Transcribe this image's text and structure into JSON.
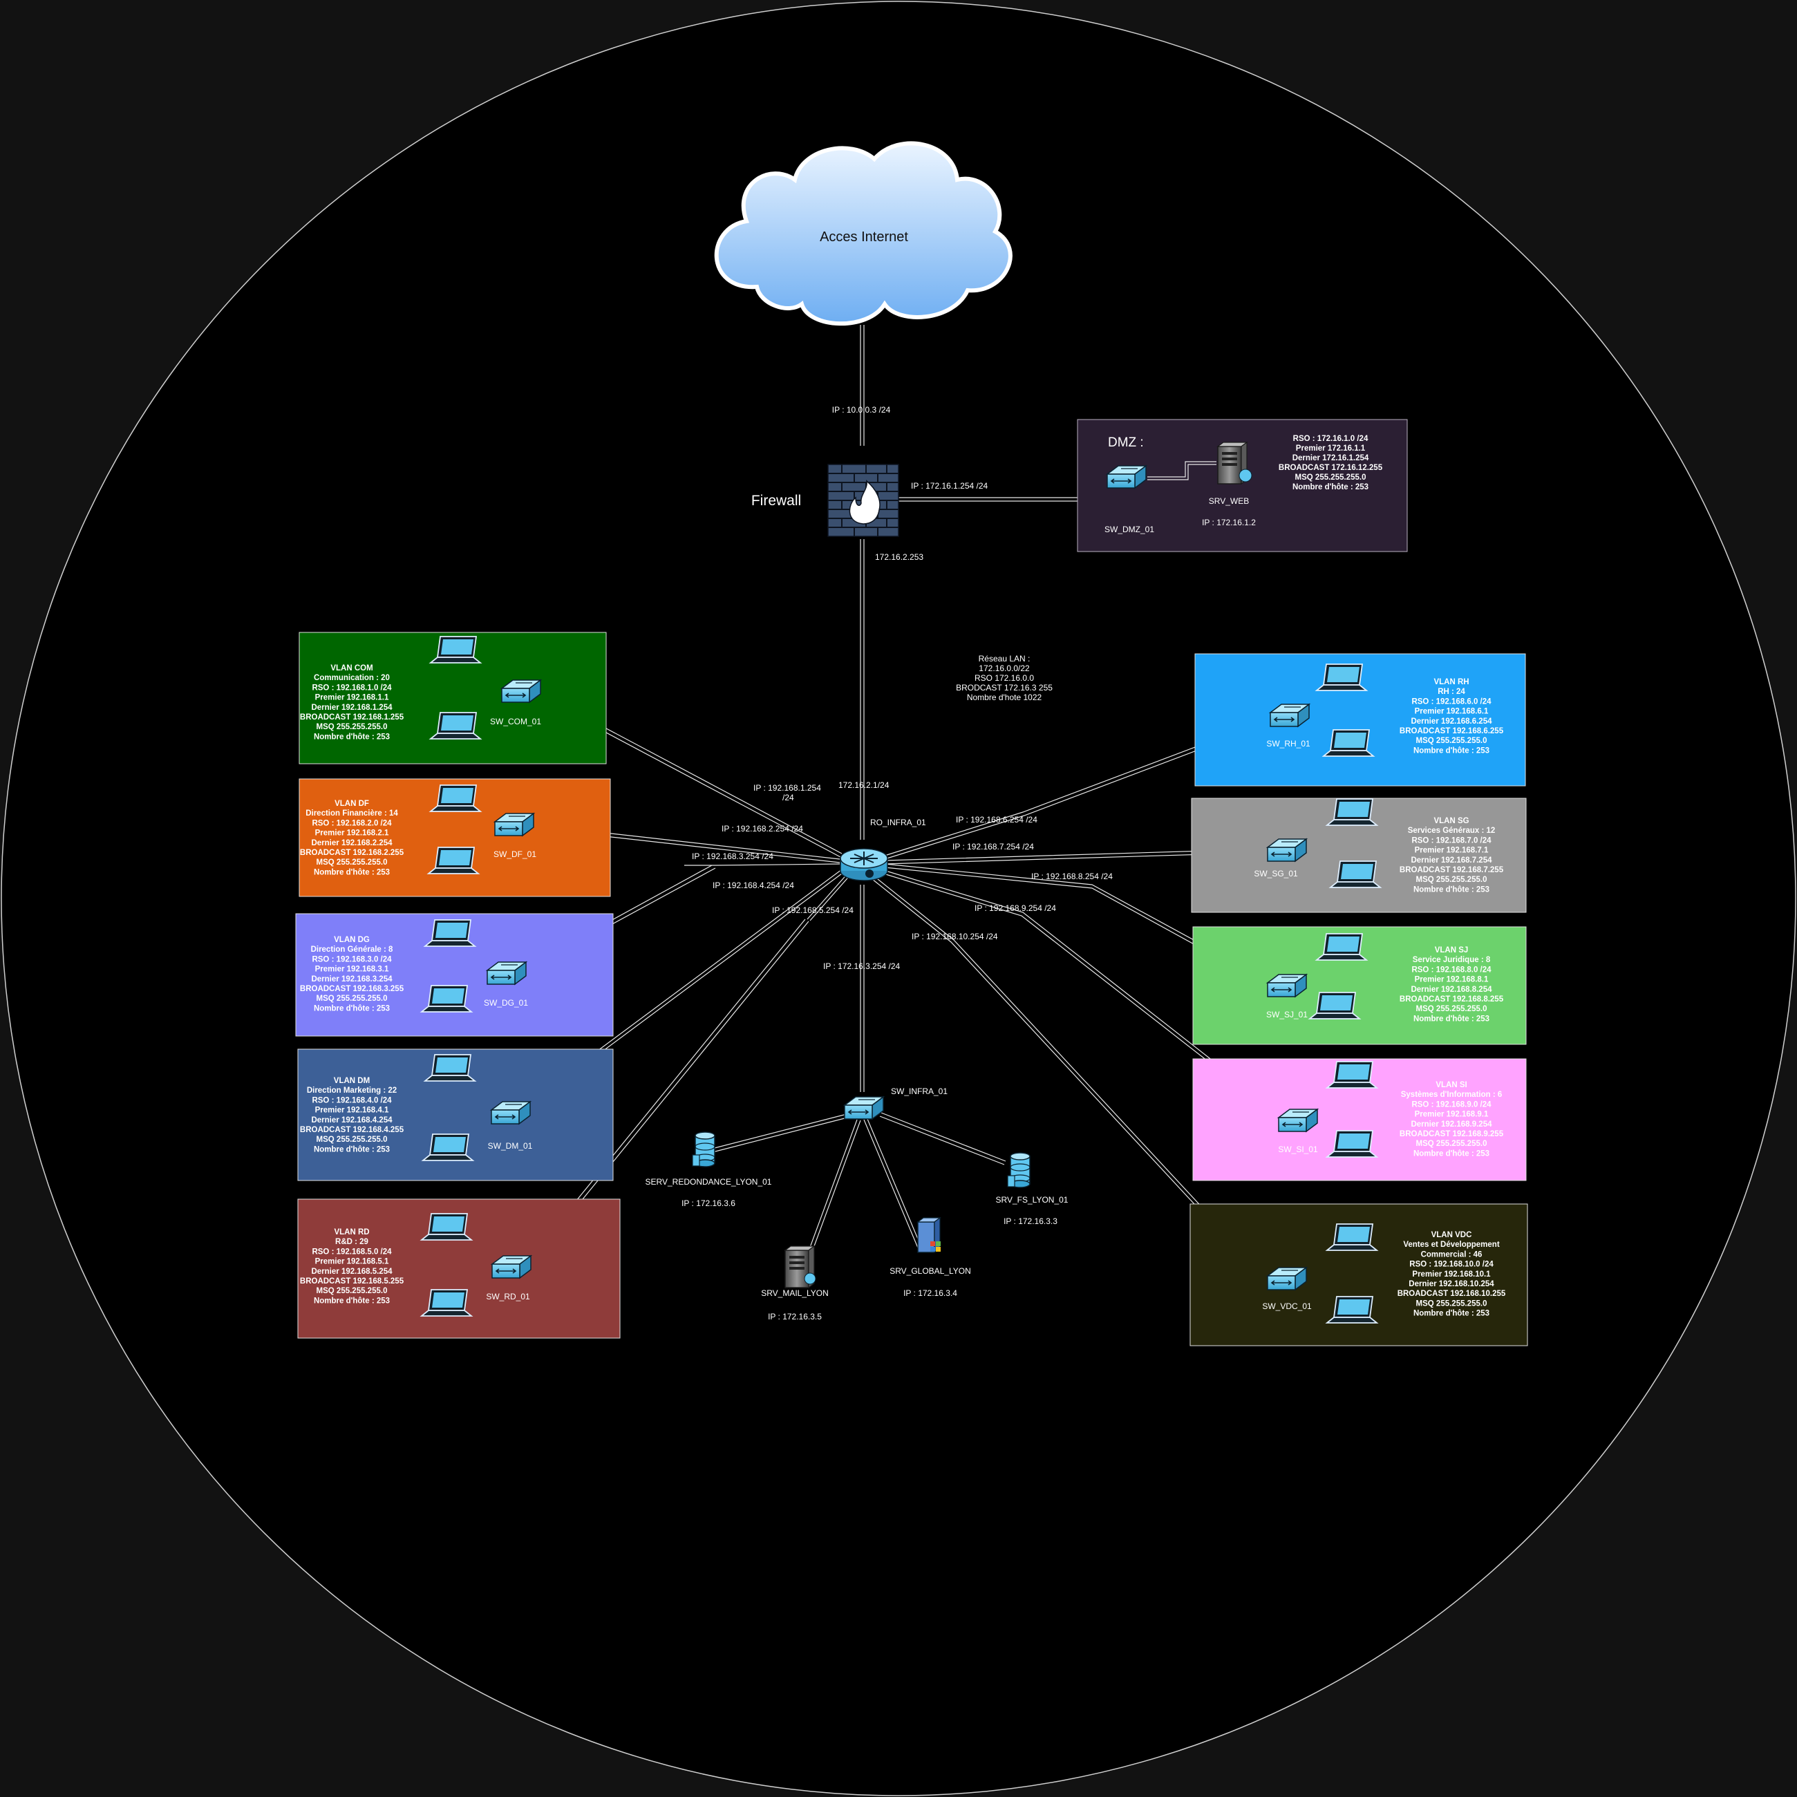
{
  "colors": {
    "background": "#121212",
    "circle": "#000000",
    "vlan_com": "#006600",
    "vlan_df": "#e06010",
    "vlan_dg": "#7f7ff9",
    "vlan_dm": "#3d6097",
    "vlan_rd": "#8f3c3a",
    "vlan_rh": "#1fa3f8",
    "vlan_sg": "#979797",
    "vlan_sj": "#6cd26c",
    "vlan_si": "#ffa3ff",
    "vlan_vdc": "#26260b",
    "dmz": "#2b1f33",
    "device_blue": "#5fc7f0"
  },
  "internet": {
    "label": "Acces Internet"
  },
  "firewall": {
    "label": "Firewall",
    "ip_wan": "IP : 10.0.0.3 /24",
    "ip_dmz": "IP : 172.16.1.254 /24",
    "ip_lan": "172.16.2.253"
  },
  "dmz": {
    "title": "DMZ :",
    "switch": "SW_DMZ_01",
    "server": "SRV_WEB",
    "server_ip": "IP : 172.16.1.2",
    "info": [
      "RSO : 172.16.1.0 /24",
      "Premier 172.16.1.1",
      "Dernier 172.16.1.254",
      "BROADCAST 172.16.12.255",
      "MSQ 255.255.255.0",
      "Nombre d'hôte : 253"
    ]
  },
  "lan_info": [
    "Réseau LAN :",
    "172.16.0.0/22",
    "RSO 172.16.0.0",
    "BRODCAST 172.16.3 255",
    "Nombre d'hote 1022"
  ],
  "router": {
    "label": "RO_INFRA_01",
    "ip_wan": "172.16.2.1/24",
    "ip_com": [
      "IP : 192.168.1.254",
      "/24"
    ],
    "ip_df": "IP : 192.168.2.254 /24",
    "ip_dg": "IP : 192.168.3.254 /24",
    "ip_dm": "IP : 192.168.4.254 /24",
    "ip_rd": "IP : 192.168.5.254 /24",
    "ip_rh": "IP : 192.168.6.254 /24",
    "ip_sg": "IP : 192.168.7.254 /24",
    "ip_sj": "IP : 192.168.8.254 /24",
    "ip_si": "IP : 192.168.9.254 /24",
    "ip_vdc": "IP : 192.168.10.254 /24",
    "ip_infra": "IP : 172.16.3.254 /24"
  },
  "infra": {
    "switch": "SW_INFRA_01",
    "redondance": "SERV_REDONDANCE_LYON_01",
    "redondance_ip": "IP : 172.16.3.6",
    "mail": "SRV_MAIL_LYON",
    "mail_ip": "IP : 172.16.3.5",
    "global": "SRV_GLOBAL_LYON",
    "global_ip": "IP : 172.16.3.4",
    "fs": "SRV_FS_LYON_01",
    "fs_ip": "IP : 172.16.3.3"
  },
  "vlans": {
    "com": {
      "switch": "SW_COM_01",
      "lines": [
        "VLAN COM",
        "Communication : 20",
        "RSO : 192.168.1.0 /24",
        "Premier 192.168.1.1",
        "Dernier 192.168.1.254",
        "BROADCAST 192.168.1.255",
        "MSQ 255.255.255.0",
        "Nombre d'hôte : 253"
      ]
    },
    "df": {
      "switch": "SW_DF_01",
      "lines": [
        "VLAN DF",
        "Direction Financière : 14",
        "RSO : 192.168.2.0 /24",
        "Premier 192.168.2.1",
        "Dernier 192.168.2.254",
        "BROADCAST 192.168.2.255",
        "MSQ 255.255.255.0",
        "Nombre d'hôte : 253"
      ]
    },
    "dg": {
      "switch": "SW_DG_01",
      "lines": [
        "VLAN DG",
        "Direction Générale : 8",
        "RSO : 192.168.3.0 /24",
        "Premier 192.168.3.1",
        "Dernier 192.168.3.254",
        "BROADCAST 192.168.3.255",
        "MSQ 255.255.255.0",
        "Nombre d'hôte : 253"
      ]
    },
    "dm": {
      "switch": "SW_DM_01",
      "lines": [
        "VLAN DM",
        "Direction Marketing : 22",
        "RSO : 192.168.4.0 /24",
        "Premier 192.168.4.1",
        "Dernier 192.168.4.254",
        "BROADCAST 192.168.4.255",
        "MSQ 255.255.255.0",
        "Nombre d'hôte : 253"
      ]
    },
    "rd": {
      "switch": "SW_RD_01",
      "lines": [
        "VLAN RD",
        "R&D : 29",
        "RSO : 192.168.5.0 /24",
        "Premier 192.168.5.1",
        "Dernier 192.168.5.254",
        "BROADCAST 192.168.5.255",
        "MSQ 255.255.255.0",
        "Nombre d'hôte : 253"
      ]
    },
    "rh": {
      "switch": "SW_RH_01",
      "lines": [
        "VLAN RH",
        "RH : 24",
        "RSO : 192.168.6.0 /24",
        "Premier 192.168.6.1",
        "Dernier 192.168.6.254",
        "BROADCAST 192.168.6.255",
        "MSQ 255.255.255.0",
        "Nombre d'hôte : 253"
      ]
    },
    "sg": {
      "switch": "SW_SG_01",
      "lines": [
        "VLAN SG",
        "Services Généraux : 12",
        "RSO : 192.168.7.0 /24",
        "Premier 192.168.7.1",
        "Dernier 192.168.7.254",
        "BROADCAST 192.168.7.255",
        "MSQ 255.255.255.0",
        "Nombre d'hôte : 253"
      ]
    },
    "sj": {
      "switch": "SW_SJ_01",
      "lines": [
        "VLAN SJ",
        "Service Juridique : 8",
        "RSO : 192.168.8.0 /24",
        "Premier 192.168.8.1",
        "Dernier 192.168.8.254",
        "BROADCAST 192.168.8.255",
        "MSQ 255.255.255.0",
        "Nombre d'hôte : 253"
      ]
    },
    "si": {
      "switch": "SW_SI_01",
      "lines": [
        "VLAN SI",
        "Systèmes d'Information : 6",
        "RSO : 192.168.9.0 /24",
        "Premier 192.168.9.1",
        "Dernier 192.168.9.254",
        "BROADCAST 192.168.9.255",
        "MSQ 255.255.255.0",
        "Nombre d'hôte : 253"
      ]
    },
    "vdc": {
      "switch": "SW_VDC_01",
      "lines": [
        "VLAN VDC",
        "Ventes et Développement",
        "Commercial : 46",
        "RSO : 192.168.10.0 /24",
        "Premier 192.168.10.1",
        "Dernier 192.168.10.254",
        "BROADCAST 192.168.10.255",
        "MSQ 255.255.255.0",
        "Nombre d'hôte : 253"
      ]
    }
  }
}
